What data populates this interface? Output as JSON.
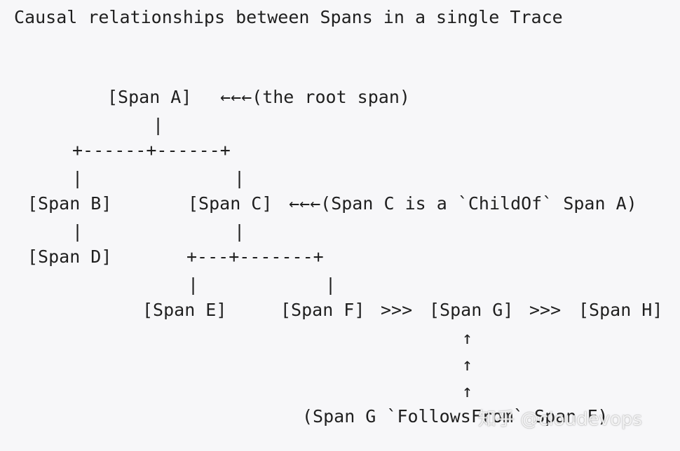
{
  "title": "Causal relationships between Spans in a single Trace",
  "span_a": "[Span A]",
  "root_note": "←←←(the root span)",
  "span_b": "[Span B]",
  "span_c": "[Span C]",
  "childof_note": "←←←(Span C is a `ChildOf` Span A)",
  "span_d": "[Span D]",
  "span_e": "[Span E]",
  "span_f": "[Span F]",
  "span_g": "[Span G]",
  "span_h": "[Span H]",
  "follows_arrow": ">>>",
  "followsfrom_note": "(Span G `FollowsFrom` Span F)",
  "vertical_bar": "|",
  "up_arrow": "↑",
  "branch_a": "+------+------+",
  "branch_c": "+---+-------+",
  "watermark": "知乎 @cloudevops"
}
